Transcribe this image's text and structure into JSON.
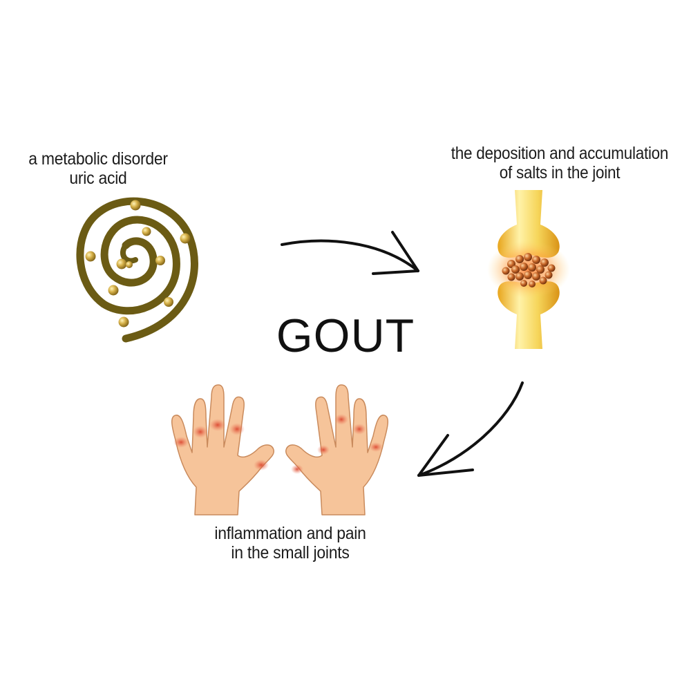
{
  "title": "GOUT",
  "stages": {
    "metabolic": {
      "line1": "a metabolic disorder",
      "line2": "uric acid"
    },
    "deposition": {
      "line1": "the deposition and accumulation",
      "line2": "of salts in the joint"
    },
    "inflammation": {
      "line1": "inflammation and pain",
      "line2": "in the small joints"
    }
  },
  "colors": {
    "spiral": "#6b5b14",
    "bead": "#c7a23a",
    "bone": "#f1c94a",
    "crystal": "#b5561f",
    "skin": "#f6c49a",
    "inflamed": "#d9412b",
    "arrow": "#111111"
  }
}
